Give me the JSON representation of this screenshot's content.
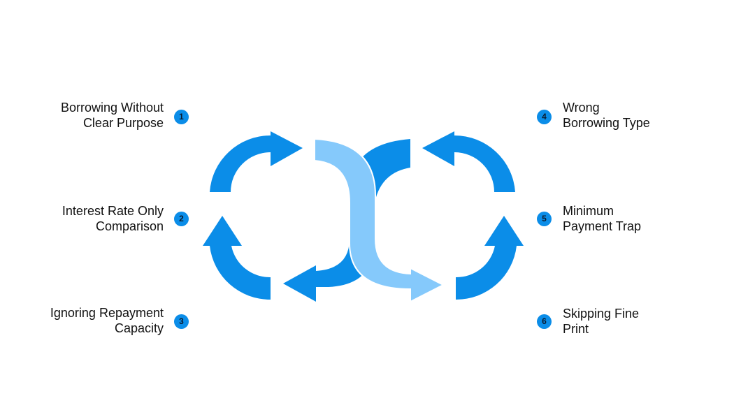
{
  "steps": [
    {
      "number": "1",
      "lines": [
        "Borrowing Without",
        "Clear Purpose"
      ]
    },
    {
      "number": "2",
      "lines": [
        "Interest Rate Only",
        "Comparison"
      ]
    },
    {
      "number": "3",
      "lines": [
        "Ignoring Repayment",
        "Capacity"
      ]
    },
    {
      "number": "4",
      "lines": [
        "Wrong",
        "Borrowing Type"
      ]
    },
    {
      "number": "5",
      "lines": [
        "Minimum",
        "Payment Trap"
      ]
    },
    {
      "number": "6",
      "lines": [
        "Skipping Fine",
        "Print"
      ]
    }
  ],
  "colors": {
    "arrow": "#0b8de8",
    "center_ribbon": "#85c9fb",
    "badge": "#0b8de8",
    "text": "#111111"
  }
}
